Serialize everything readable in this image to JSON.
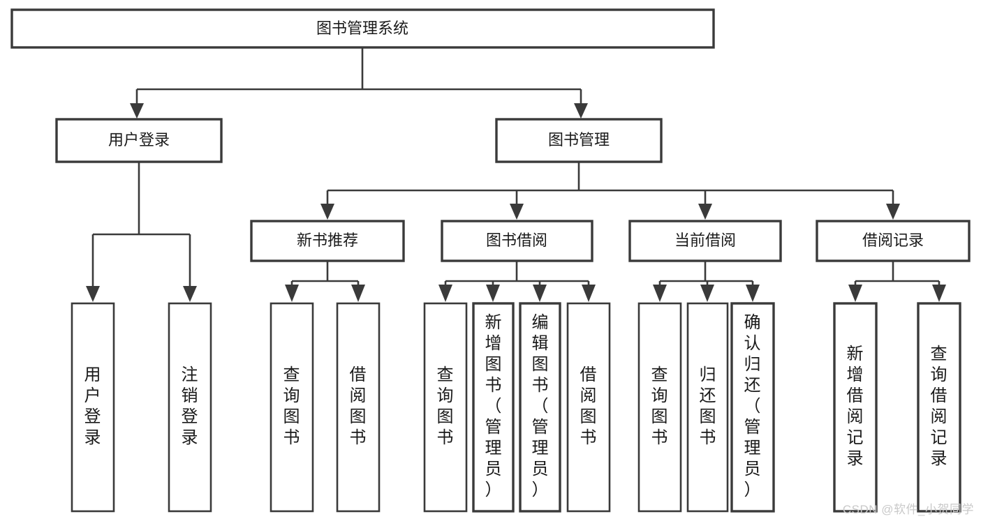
{
  "diagram": {
    "type": "tree-hierarchy",
    "title": "图书管理系统",
    "watermark": "CSDN @软件_小贺同学",
    "colors": {
      "stroke": "#3a3a3a",
      "fill": "#ffffff",
      "text": "#1a1a1a",
      "watermark": "#c9c9c9"
    },
    "levels": {
      "root": {
        "label": "图书管理系统"
      },
      "level2": [
        {
          "label": "用户登录"
        },
        {
          "label": "图书管理"
        }
      ],
      "level3": [
        {
          "label": "新书推荐"
        },
        {
          "label": "图书借阅"
        },
        {
          "label": "当前借阅"
        },
        {
          "label": "借阅记录"
        }
      ],
      "leaves": [
        {
          "label": "用户登录",
          "parent": "用户登录"
        },
        {
          "label": "注销登录",
          "parent": "用户登录"
        },
        {
          "label": "查询图书",
          "parent": "新书推荐"
        },
        {
          "label": "借阅图书",
          "parent": "新书推荐"
        },
        {
          "label": "查询图书",
          "parent": "图书借阅"
        },
        {
          "label": "新增图书（管理员）",
          "parent": "图书借阅"
        },
        {
          "label": "编辑图书（管理员）",
          "parent": "图书借阅"
        },
        {
          "label": "借阅图书",
          "parent": "图书借阅"
        },
        {
          "label": "查询图书",
          "parent": "当前借阅"
        },
        {
          "label": "归还图书",
          "parent": "当前借阅"
        },
        {
          "label": "确认归还（管理员）",
          "parent": "当前借阅"
        },
        {
          "label": "新增借阅记录",
          "parent": "借阅记录"
        },
        {
          "label": "查询借阅记录",
          "parent": "借阅记录"
        }
      ]
    }
  }
}
